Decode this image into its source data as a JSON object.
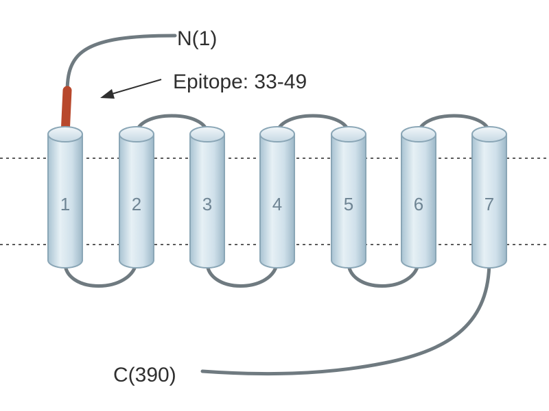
{
  "labels": {
    "n_terminus": "N(1)",
    "epitope": "Epitope: 33-49",
    "c_terminus": "C(390)"
  },
  "helices": [
    "1",
    "2",
    "3",
    "4",
    "5",
    "6",
    "7"
  ],
  "colors": {
    "helix_fill": "#cfe0ea",
    "helix_edge": "#8aa6b6",
    "loop": "#6f7a80",
    "epitope": "#b8482c",
    "membrane_line": "#5a5a5a",
    "text": "#2f2f2f"
  }
}
